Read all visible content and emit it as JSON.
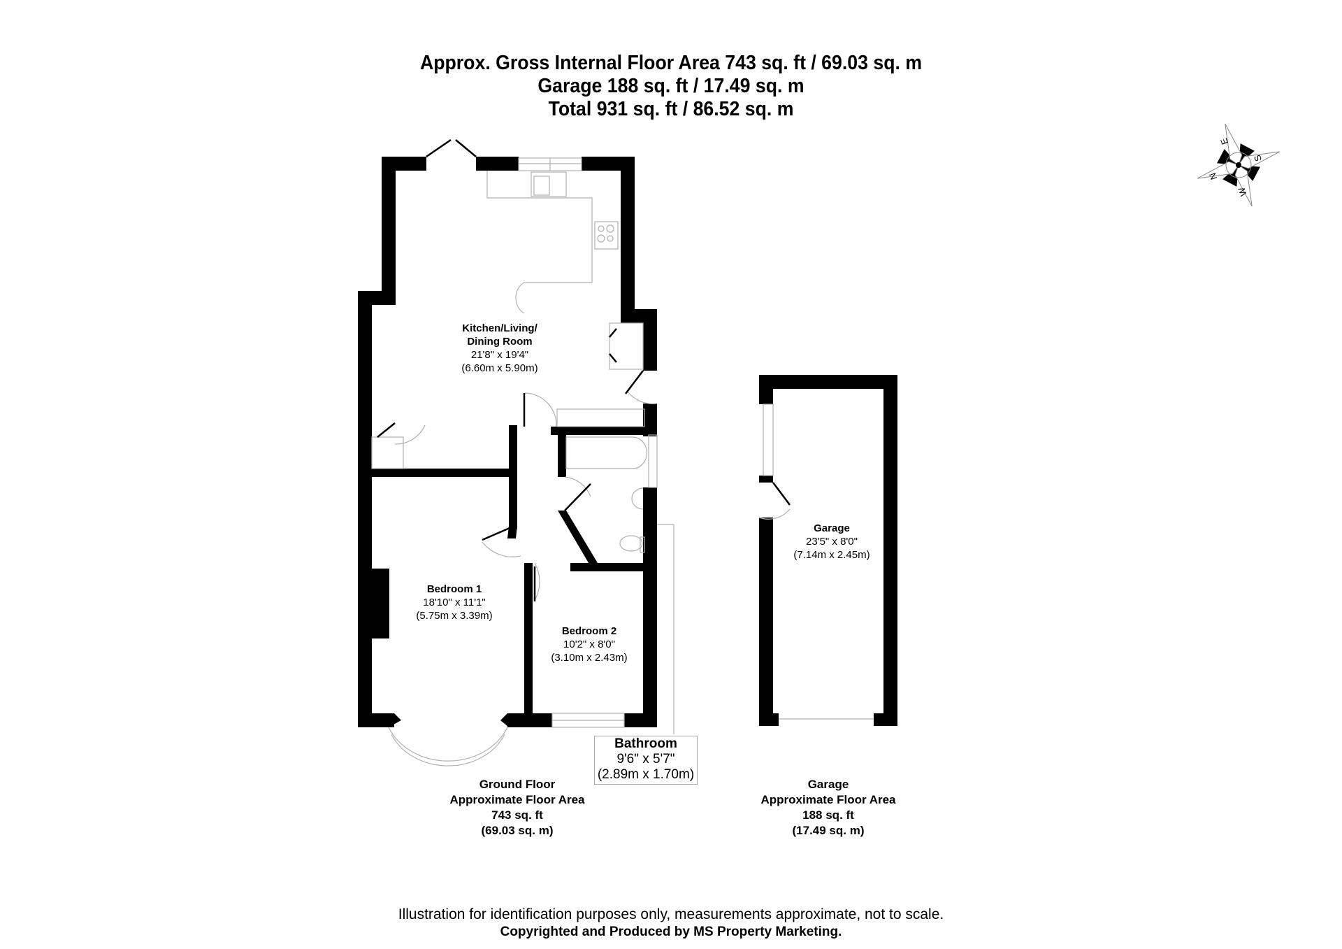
{
  "header": {
    "line1": "Approx. Gross Internal Floor Area 743 sq. ft / 69.03 sq. m",
    "line2": "Garage 188 sq. ft / 17.49 sq. m",
    "line3": "Total 931 sq. ft / 86.52 sq. m"
  },
  "compass": {
    "labels": [
      "N",
      "E",
      "S",
      "W"
    ],
    "icon": "compass-rose-icon"
  },
  "rooms": {
    "kitchen": {
      "name_line1": "Kitchen/Living/",
      "name_line2": "Dining Room",
      "imperial": "21'8\" x 19'4\"",
      "metric": "(6.60m x 5.90m)"
    },
    "bedroom1": {
      "name": "Bedroom 1",
      "imperial": "18'10\" x 11'1\"",
      "metric": "(5.75m x 3.39m)"
    },
    "bedroom2": {
      "name": "Bedroom 2",
      "imperial": "10'2\" x 8'0\"",
      "metric": "(3.10m x 2.43m)"
    },
    "bathroom": {
      "name": "Bathroom",
      "imperial": "9'6\" x 5'7\"",
      "metric": "(2.89m x 1.70m)"
    },
    "garage": {
      "name": "Garage",
      "imperial": "23'5\" x 8'0\"",
      "metric": "(7.14m x 2.45m)"
    }
  },
  "areas": {
    "ground_floor": {
      "line1": "Ground Floor",
      "line2": "Approximate Floor Area",
      "sqft": "743 sq. ft",
      "sqm": "(69.03 sq. m)"
    },
    "garage": {
      "line1": "Garage",
      "line2": "Approximate Floor Area",
      "sqft": "188 sq. ft",
      "sqm": "(17.49 sq. m)"
    }
  },
  "footer": {
    "disclaimer": "Illustration for identification purposes only, measurements approximate, not to scale.",
    "copyright": "Copyrighted  and Produced by MS Property Marketing."
  },
  "colors": {
    "wall": "#000000",
    "fixture_line": "#b0b0b0",
    "background": "#ffffff"
  }
}
